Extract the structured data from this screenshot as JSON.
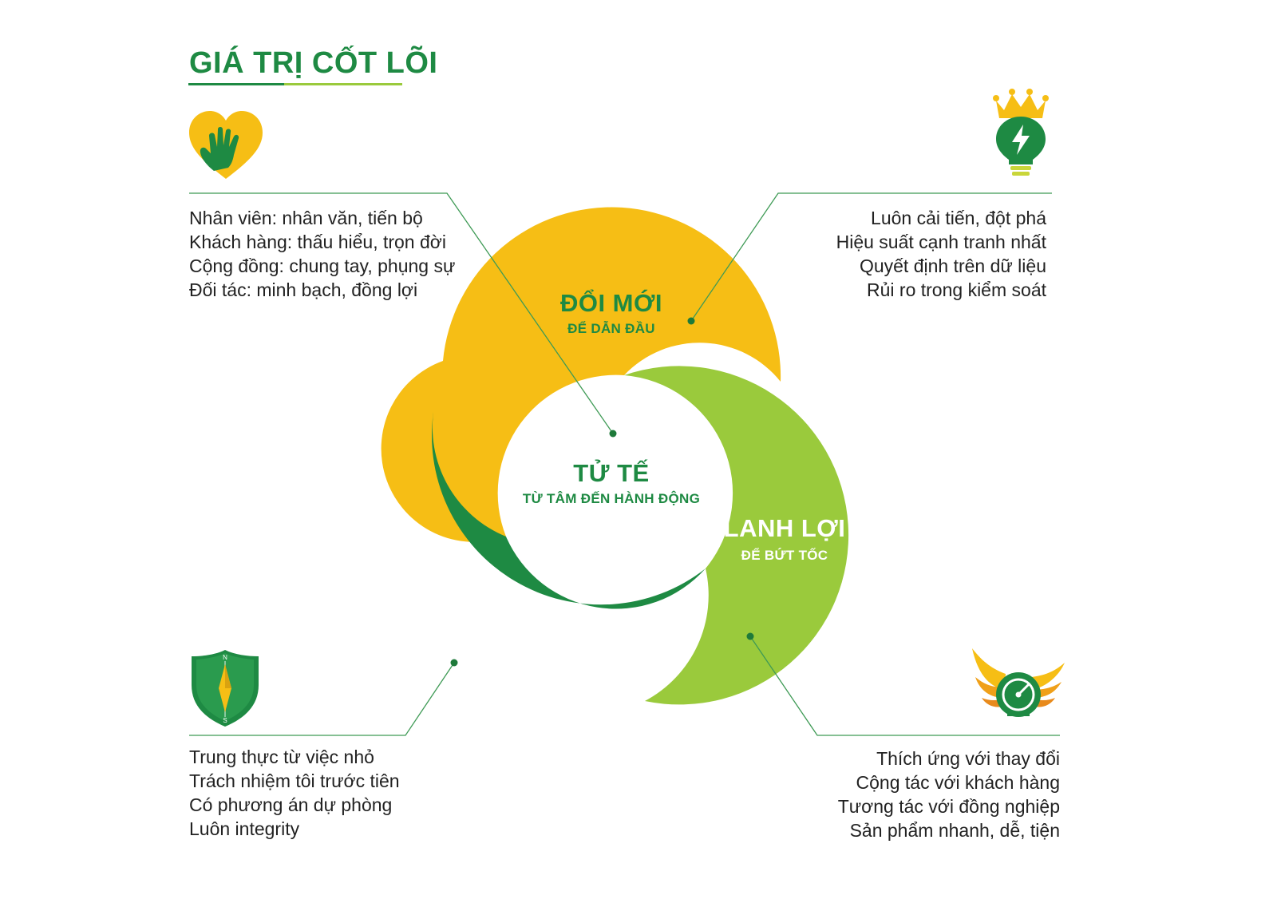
{
  "title": "GIÁ TRỊ CỐT LÕI",
  "colors": {
    "yellow": "#F6BE15",
    "light_green": "#9ACA3C",
    "dark_green": "#1E8A43",
    "text_green": "#1E8A43",
    "line_green": "#3E9A55"
  },
  "values": {
    "center": {
      "title": "TỬ TẾ",
      "subtitle": "TỪ TÂM ĐẾN HÀNH ĐỘNG"
    },
    "innovation": {
      "title": "ĐỔI MỚI",
      "subtitle": "ĐỂ DẪN ĐẦU"
    },
    "agility": {
      "title": "LANH LỢI",
      "subtitle": "ĐỂ BỨT TỐC"
    },
    "integrity": {
      "title": "CHÍNH TRỰC",
      "subtitle": "ĐẾN TẬN CÙNG"
    }
  },
  "descriptions": {
    "kindness": [
      "Nhân viên: nhân văn, tiến bộ",
      "Khách hàng: thấu hiểu, trọn đời",
      "Cộng đồng: chung tay, phụng sự",
      "Đối tác: minh bạch, đồng lợi"
    ],
    "innovation": [
      "Luôn cải tiến, đột phá",
      "Hiệu suất cạnh tranh nhất",
      "Quyết định trên dữ liệu",
      "Rủi ro trong kiểm soát"
    ],
    "integrity": [
      "Trung thực từ việc nhỏ",
      "Trách nhiệm tôi trước tiên",
      "Có phương án dự phòng",
      "Luôn integrity"
    ],
    "agility": [
      "Thích ứng với thay đổi",
      "Cộng tác với khách hàng",
      "Tương tác với đồng nghiệp",
      "Sản phẩm nhanh, dễ, tiện"
    ]
  },
  "icons": {
    "kindness": "heart-hand-icon",
    "innovation": "crowned-lightbulb-icon",
    "integrity": "compass-shield-icon",
    "agility": "winged-speedometer-icon"
  },
  "icon_letters": {
    "north": "N",
    "south": "S"
  }
}
